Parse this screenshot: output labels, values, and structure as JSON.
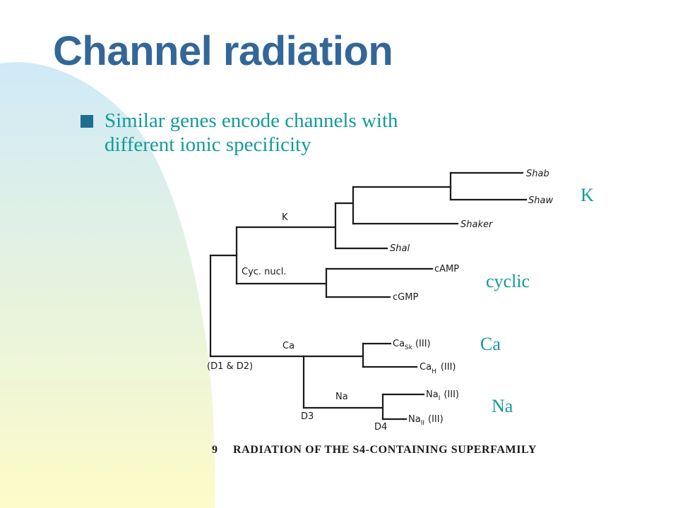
{
  "slide": {
    "title": "Channel radiation",
    "bullet": "Similar genes encode channels with different ionic specificity",
    "colors": {
      "title": "#336699",
      "bullet_text": "#139a9a",
      "bullet_mark": "#1e6f8f",
      "group_label": "#139a9a",
      "bg_top": "#cfeaf7",
      "bg_bottom": "#fdfbc8"
    }
  },
  "diagram": {
    "clade_labels": {
      "k": "K",
      "cyc_nucl": "Cyc. nucl.",
      "ca": "Ca",
      "d1_d2": "(D1 & D2)",
      "na": "Na",
      "d3": "D3",
      "d4": "D4"
    },
    "leaves": {
      "shab": "Shab",
      "shaw": "Shaw",
      "shaker": "Shaker",
      "shal": "Shal",
      "camp": "cAMP",
      "cgmp": "cGMP",
      "ca_sk": {
        "base": "Ca",
        "sub": "Sk",
        "suffix": "(III)"
      },
      "ca_h": {
        "base": "Ca",
        "sub": "H",
        "suffix": "(III)"
      },
      "na_i": {
        "base": "Na",
        "sub": "I",
        "suffix": "(III)"
      },
      "na_ii": {
        "base": "Na",
        "sub": "II",
        "suffix": "(III)"
      }
    },
    "caption": {
      "number": "9",
      "text": "RADIATION OF THE S4-CONTAINING SUPERFAMILY"
    },
    "group_labels": {
      "k": "K",
      "cyclic": "cyclic",
      "ca": "Ca",
      "na": "Na"
    }
  }
}
